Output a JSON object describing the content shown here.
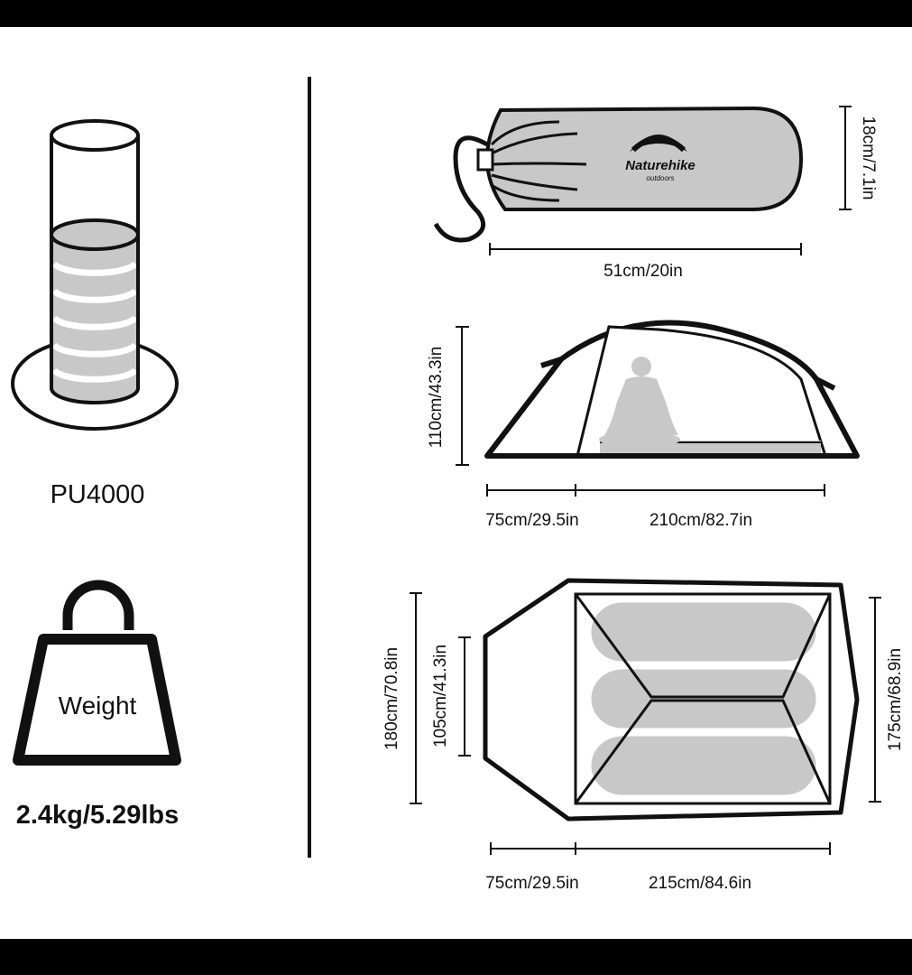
{
  "left": {
    "material_label": "PU4000",
    "weight_icon_label": "Weight",
    "weight_value": "2.4kg/5.29lbs"
  },
  "packed": {
    "brand": "Naturehike",
    "brand_tag": "outdoors",
    "height": "18cm/7.1in",
    "length": "51cm/20in"
  },
  "side": {
    "height": "110cm/43.3in",
    "vestibule": "75cm/29.5in",
    "inner": "210cm/82.7in"
  },
  "top": {
    "outer_width": "180cm/70.8in",
    "vestibule_width": "105cm/41.3in",
    "inner_width": "175cm/68.9in",
    "vestibule": "75cm/29.5in",
    "inner": "215cm/84.6in"
  },
  "colors": {
    "fill": "#c8c8c8",
    "stroke": "#111111",
    "bar": "#000000"
  }
}
